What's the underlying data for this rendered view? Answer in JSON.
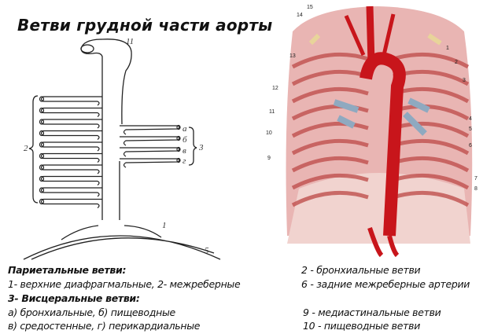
{
  "title": "Ветви грудной части аорты",
  "schema_labels": {
    "arch": "11",
    "parietal": "2",
    "visceral": "3",
    "v_a": "а",
    "v_b": "б",
    "v_v": "в",
    "v_g": "г",
    "diaphragm_branch": "1",
    "diaphragm": "5"
  },
  "figure_labels": [
    "1",
    "2",
    "3",
    "4",
    "5",
    "6",
    "7",
    "8",
    "9",
    "10",
    "11",
    "12",
    "13",
    "14",
    "15"
  ],
  "legend": {
    "left": [
      {
        "text": "Париетальные ветви:",
        "bold": true
      },
      {
        "text": "1- верхние диафрагмальные, 2- межреберные",
        "bold": false
      },
      {
        "text": "3- Висцеральные ветви:",
        "bold": true
      },
      {
        "text": "а) бронхиальные, б) пищеводные",
        "bold": false
      },
      {
        "text": "в) средостенные, г) перикардиальные",
        "bold": false
      }
    ],
    "right": [
      "2 - бронхиальные ветви",
      "6 - задние межреберные артерии",
      "9 - медиастинальные ветви",
      "10 - пищеводные ветви"
    ]
  }
}
